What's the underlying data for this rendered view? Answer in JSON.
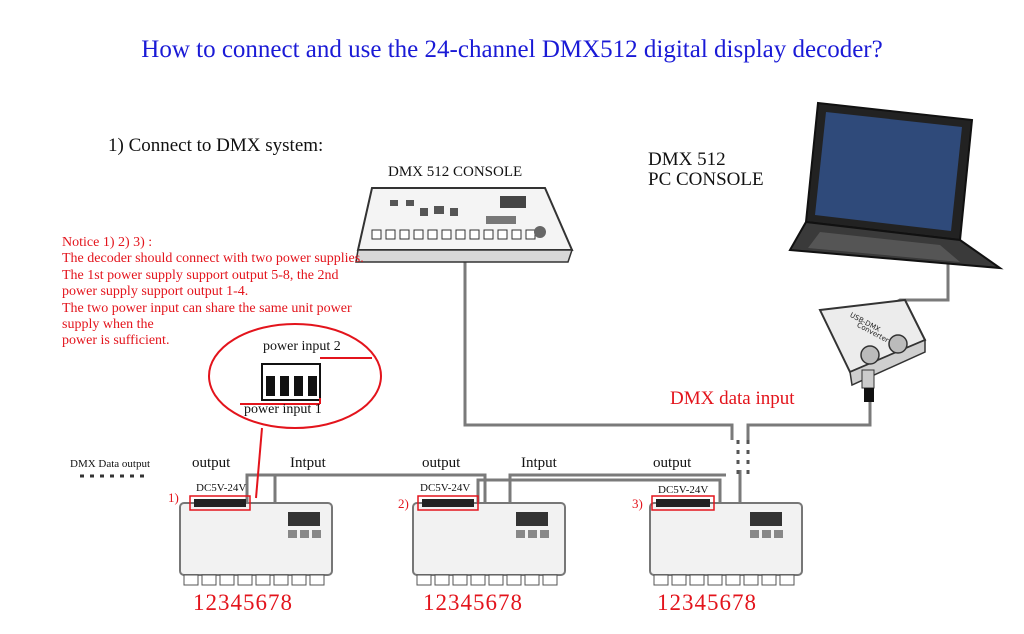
{
  "title": "How to connect and use the 24-channel DMX512 digital display decoder?",
  "step_label": "1) Connect to DMX system:",
  "console_label": "DMX 512 CONSOLE",
  "pc_console_label": [
    "DMX 512",
    "PC CONSOLE"
  ],
  "notice": {
    "heading": "Notice 1) 2) 3) :",
    "lines": [
      "The decoder should connect with two power supplies.",
      "The 1st power supply support output 5-8, the 2nd",
      "power supply support output 1-4.",
      "The two power input can share the same unit power",
      "supply when the",
      "power is sufficient."
    ]
  },
  "power_inputs": {
    "input2": "power input  2",
    "input1": "power input 1"
  },
  "dmx_data_input": "DMX data input",
  "dmx_data_output": "DMX Data output",
  "decoders": [
    {
      "output_label": "output",
      "input_label": "Intput",
      "voltage": "DC5V-24V",
      "index": "1)",
      "channels": "12345678"
    },
    {
      "output_label": "output",
      "input_label": "Intput",
      "voltage": "DC5V-24V",
      "index": "2)",
      "channels": "12345678"
    },
    {
      "output_label": "output",
      "voltage": "DC5V-24V",
      "index": "3)",
      "channels": "12345678"
    }
  ],
  "colors": {
    "title": "#1a1ad6",
    "accent_red": "#e3141c",
    "line_gray": "#7a7a7a",
    "device_body": "#f2f2f2"
  }
}
